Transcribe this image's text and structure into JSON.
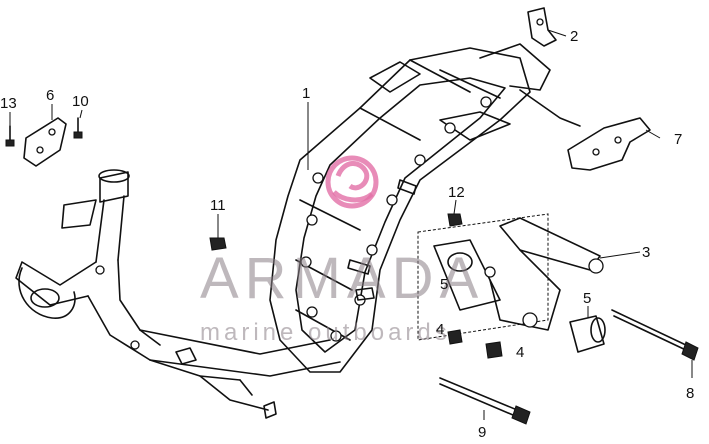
{
  "diagram": {
    "callouts": [
      {
        "id": "c1",
        "label": "1"
      },
      {
        "id": "c2",
        "label": "2"
      },
      {
        "id": "c3",
        "label": "3"
      },
      {
        "id": "c4a",
        "label": "4"
      },
      {
        "id": "c4b",
        "label": "4"
      },
      {
        "id": "c5a",
        "label": "5"
      },
      {
        "id": "c5b",
        "label": "5"
      },
      {
        "id": "c6",
        "label": "6"
      },
      {
        "id": "c7",
        "label": "7"
      },
      {
        "id": "c8",
        "label": "8"
      },
      {
        "id": "c9",
        "label": "9"
      },
      {
        "id": "c10",
        "label": "10"
      },
      {
        "id": "c11",
        "label": "11"
      },
      {
        "id": "c12",
        "label": "12"
      },
      {
        "id": "c13",
        "label": "13"
      }
    ]
  },
  "watermark": {
    "brand": "ARMADA",
    "tagline": "marine outboards",
    "logo_color": "#e26fa6"
  }
}
